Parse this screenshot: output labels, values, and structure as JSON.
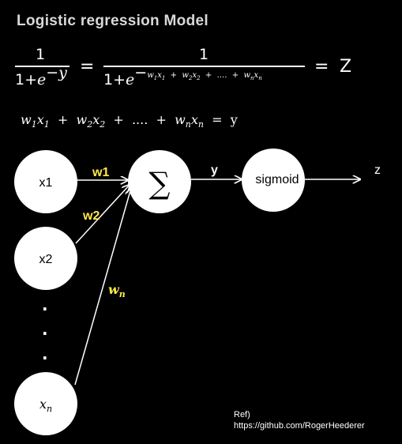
{
  "title": "Logistic regression Model",
  "formula": {
    "lhs_num": "1",
    "lhs_den_prefix": "1+",
    "lhs_den_e": "e",
    "lhs_den_exp": "−y",
    "equals1": "=",
    "rhs_num": "1",
    "rhs_den_prefix": "1+",
    "rhs_den_e": "e",
    "rhs_den_exp_sign": "−",
    "equals2": "=",
    "result": "Z",
    "linear_eq": "w1x1 + w2x2 + .... + wnxn = y"
  },
  "nodes": {
    "x1": "x1",
    "x2": "x2",
    "xn": "x",
    "xn_sub": "n",
    "sum": "∑",
    "sigmoid": "sigmoid",
    "dots": [
      "·",
      "·",
      "·"
    ]
  },
  "edges": {
    "w1": "w1",
    "w2": "w2",
    "wn": "w",
    "wn_sub": "n",
    "y": "y",
    "z": "z"
  },
  "colors": {
    "background": "#000000",
    "node_fill": "#ffffff",
    "weight_label": "#ffe94a",
    "title": "#d9d9d9"
  },
  "reference": {
    "label": "Ref)",
    "url": "https://github.com/RogerHeederer"
  }
}
